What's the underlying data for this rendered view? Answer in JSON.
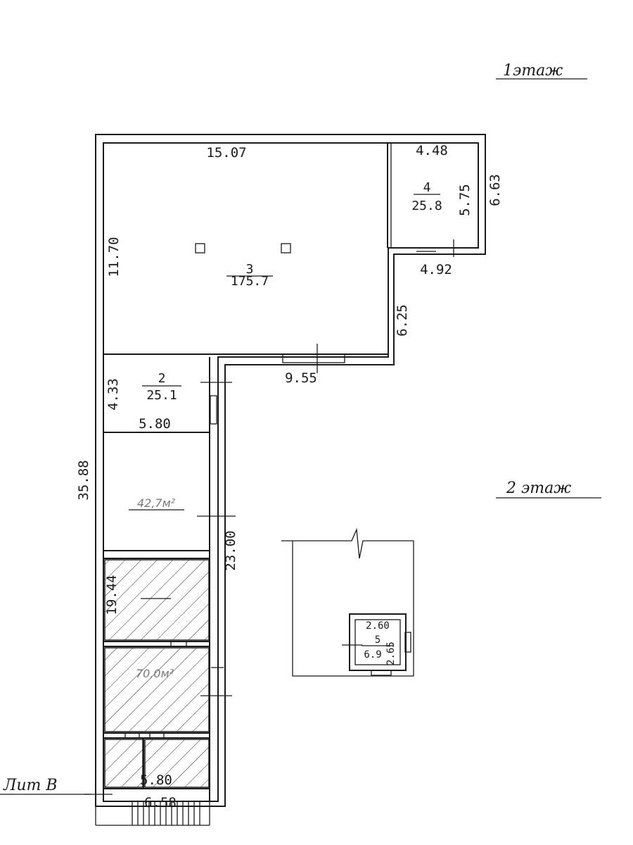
{
  "floor_labels": {
    "floor1": "1этаж",
    "floor2": "2 этаж",
    "sheet": "Лит В"
  },
  "rooms": {
    "r3": {
      "number": "3",
      "area": "175.7"
    },
    "r4": {
      "number": "4",
      "area": "25.8"
    },
    "r2": {
      "number": "2",
      "area": "25.1"
    },
    "r_mid": {
      "area": "42,7м²"
    },
    "r_lower": {
      "area": "70,0м²"
    }
  },
  "dimensions": {
    "top_width": "15.07",
    "room4_width": "4.48",
    "room4_inner_height": "5.75",
    "room4_outer_height": "6.63",
    "room4_bottom": "4.92",
    "room3_height": "11.70",
    "step_height": "6.25",
    "room3_bottom": "9.55",
    "room2_height": "4.33",
    "room2_width": "5.80",
    "total_height": "35.88",
    "wing_height": "23.00",
    "hatched_height": "19.44",
    "bottom_inner": "5.80",
    "bottom_outer": "6.58"
  },
  "floor2": {
    "width": "2.60",
    "number": "5",
    "area": "6.9",
    "height": "2.65"
  }
}
